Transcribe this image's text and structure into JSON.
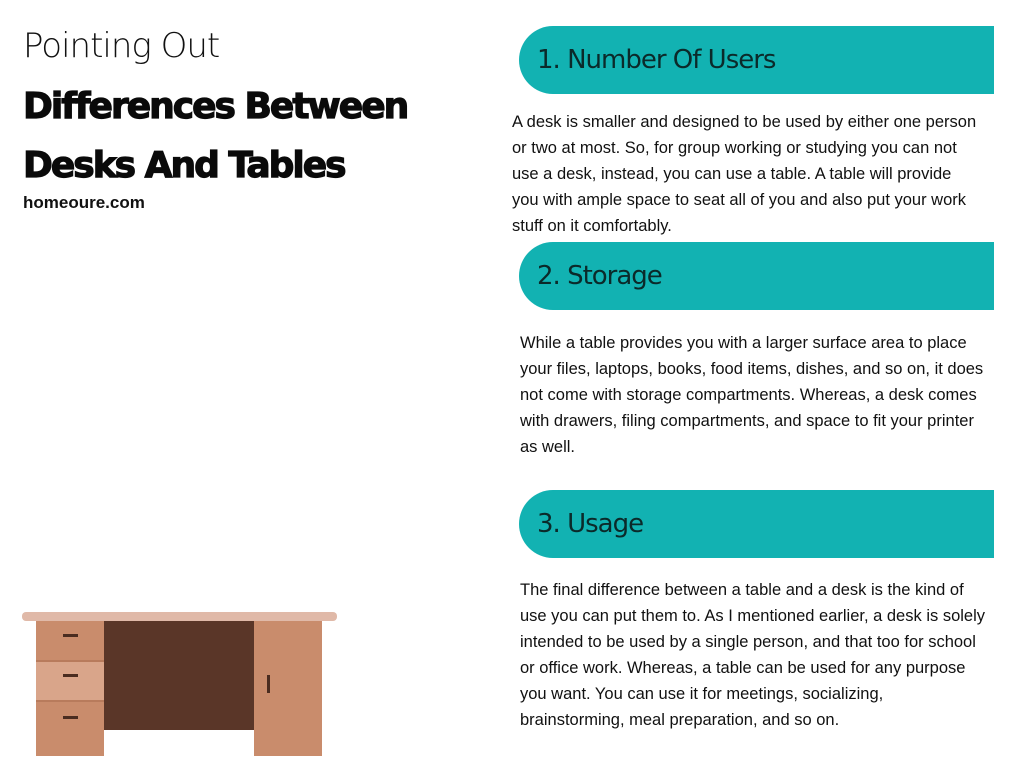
{
  "header": {
    "kicker": "Pointing Out",
    "title_line1": "Differences Between",
    "title_line2": "Desks And Tables",
    "site": "homeoure.com"
  },
  "sections": [
    {
      "heading": "1. Number Of Users",
      "body": "A desk is smaller and designed to be used by either one person or two at most. So, for group working or studying you can not use a desk, instead, you can use a table. A table will provide you with ample space to seat all of you and also put your work stuff on it comfortably."
    },
    {
      "heading": "2. Storage",
      "body": "While a table provides you with a larger surface area to place your files, laptops, books, food items, dishes, and so on, it does not come with storage compartments. Whereas, a desk comes with drawers, filing compartments, and space to fit your printer as well."
    },
    {
      "heading": "3. Usage",
      "body": "The final difference between a table and a desk is the kind of use you can put them to. As I mentioned earlier, a desk is solely intended to be used by a single person, and that too for school or office work. Whereas, a table can be used for any purpose you want. You can use it for meetings, socializing, brainstorming, meal preparation, and so on."
    }
  ],
  "colors": {
    "accent": "#12b2b2",
    "desk_top": "#e0b9a8",
    "desk_wood": "#c98c6c",
    "desk_drawer_light": "#d9a58a",
    "desk_dark": "#5a3628"
  },
  "illustration": "desk-illustration"
}
